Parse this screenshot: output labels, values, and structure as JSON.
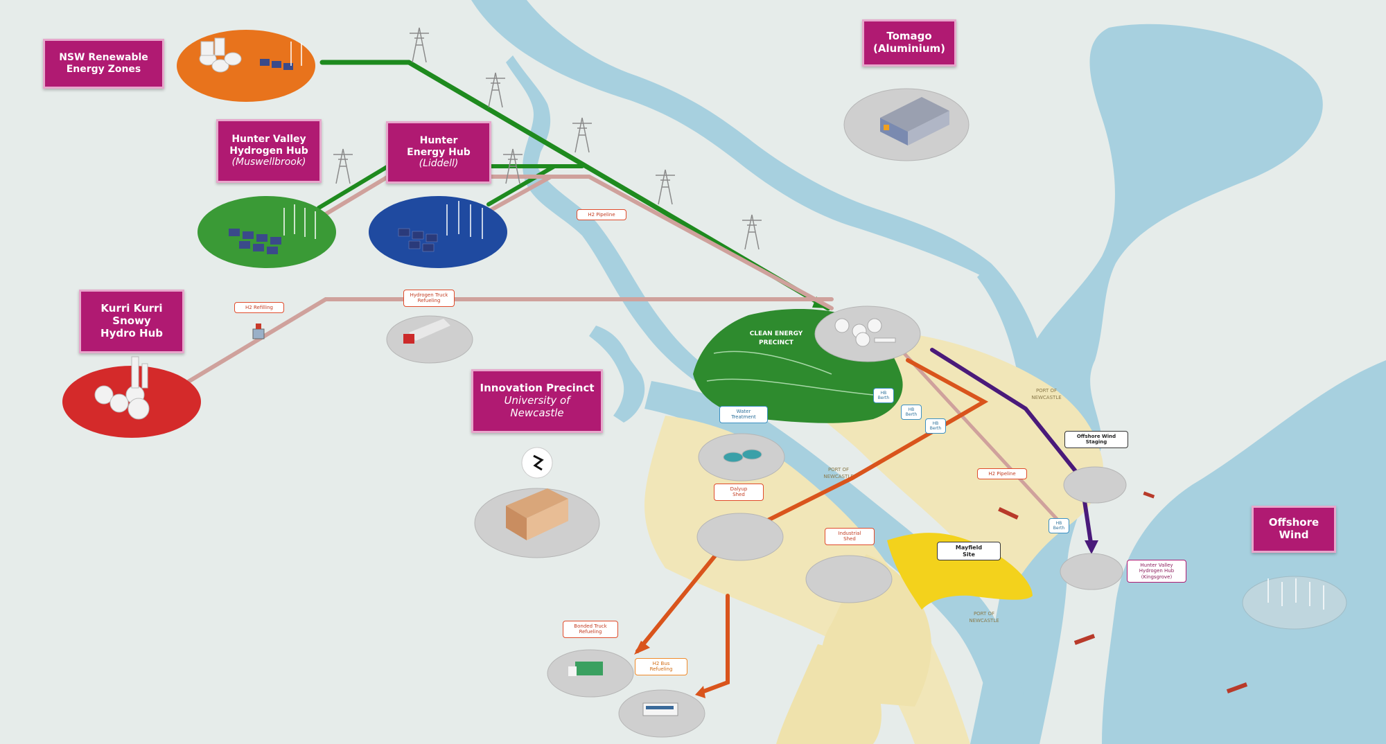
{
  "labels": {
    "nsw_rez": [
      "NSW Renewable",
      "Energy Zones"
    ],
    "hunter_valley_hub": [
      "Hunter Valley",
      "Hydrogen Hub",
      "(Muswellbrook)"
    ],
    "hunter_energy_hub": [
      "Hunter",
      "Energy Hub",
      "(Liddell)"
    ],
    "kurri_kurri": [
      "Kurri Kurri",
      "Snowy",
      "Hydro Hub"
    ],
    "tomago": [
      "Tomago",
      "(Aluminium)"
    ],
    "innovation": [
      "Innovation Precinct",
      "University of",
      "Newcastle"
    ],
    "offshore_wind": [
      "Offshore",
      "Wind"
    ]
  },
  "small_tags": {
    "h2_pipeline": "H2 Pipeline",
    "h2_refilling": "H2 Refilling",
    "hydrogen_truck_refueling": [
      "Hydrogen Truck",
      "Refueling"
    ],
    "water_treatment": [
      "Water",
      "Treatment"
    ],
    "offshore_wind_staging": [
      "Offshore Wind",
      "Staging"
    ],
    "h2_pipeline_2": "H2 Pipeline",
    "east_berth_1": [
      "HB",
      "Berth"
    ],
    "east_berth_2": [
      "HB",
      "Berth"
    ],
    "east_berth_3": [
      "HB",
      "Berth"
    ],
    "east_berth_4": [
      "HB",
      "Berth"
    ],
    "dalyup_shed": [
      "Dalyup",
      "Shed"
    ],
    "industrial_shed": [
      "Industrial",
      "Shed"
    ],
    "mayfield_site": [
      "Mayfield",
      "Site"
    ],
    "hunter_valley_hub_small": [
      "Hunter Valley",
      "Hydrogen Hub",
      "(Kingsgrove)"
    ],
    "bonded_truck_refueling": [
      "Bonded Truck",
      "Refueling"
    ],
    "bus_refueling": [
      "H2 Bus",
      "Refueling"
    ]
  },
  "map_text": {
    "clean_energy_precinct": [
      "CLEAN ENERGY",
      "PRECINCT"
    ],
    "port_newcastle_1": [
      "PORT OF",
      "NEWCASTLE"
    ],
    "port_newcastle_2": [
      "PORT OF",
      "NEWCASTLE"
    ],
    "port_newcastle_3": [
      "PORT OF",
      "NEWCASTLE"
    ]
  },
  "colors": {
    "label_bg": "#b01a72",
    "label_border": "#e7a7cc",
    "water": "#a7d0df",
    "land": "#e6ecea",
    "port_land": "#f1e6b8",
    "precinct_green": "#2e8b2e",
    "mayfield_yellow": "#f3d21c",
    "green_line": "#1e8a1e",
    "pink_line": "#cfa19c",
    "orange_line": "#d9541c",
    "purple_line": "#4a1a7a",
    "hub_orange": "#e8731c",
    "hub_green": "#3a9a36",
    "hub_blue": "#1f4aa0",
    "hub_red": "#d42a2a"
  }
}
